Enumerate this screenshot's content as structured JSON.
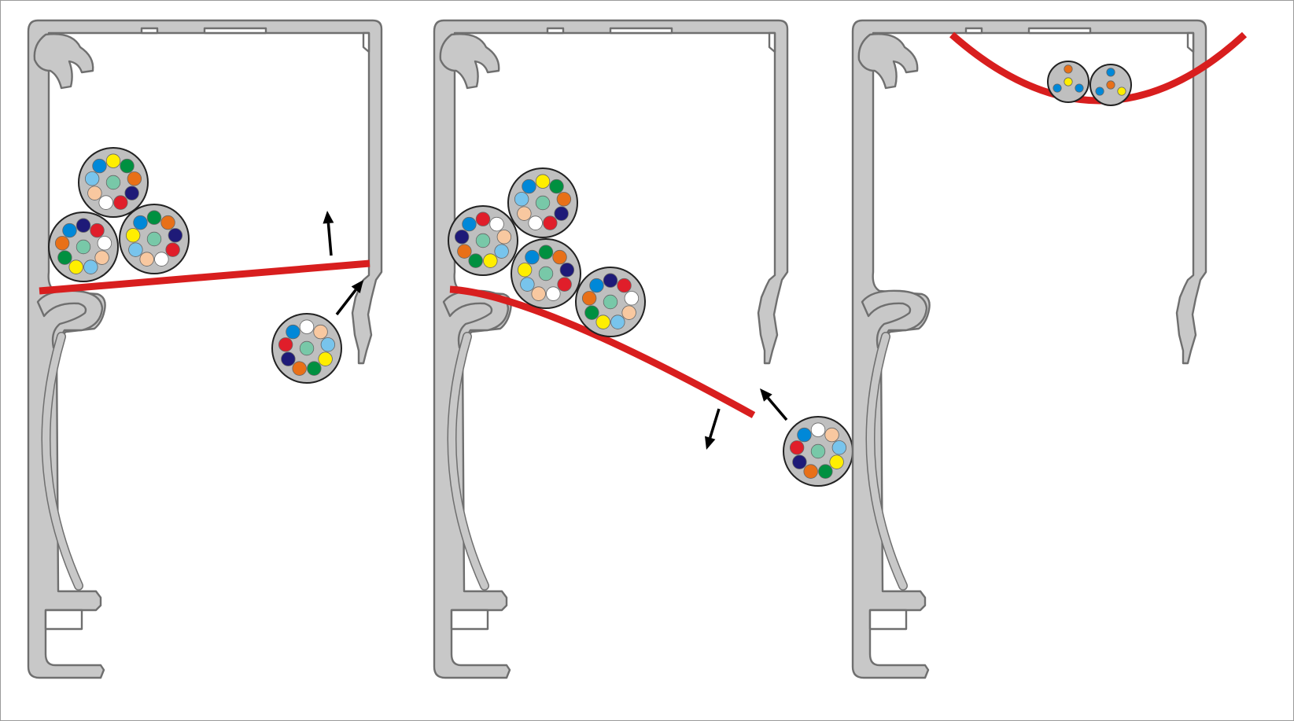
{
  "colors": {
    "profile_fill": "#c8c8c8",
    "profile_outline": "#6f6f6f",
    "divider": "#d81e1e",
    "cable_jacket": "#bfbfbf",
    "arrow": "#000000"
  },
  "wire_colors": {
    "yellow": "#ffee00",
    "green": "#009040",
    "lightblue": "#78c4ec",
    "blue": "#0088d8",
    "orange": "#e87018",
    "peach": "#f8c8a0",
    "white": "#ffffff",
    "mint": "#78c8a8",
    "red": "#e01e2a",
    "navy": "#1e1a78"
  },
  "panels": [
    {
      "name": "panel-1",
      "divider_state": "tilted-up",
      "cables": [
        "cable-a",
        "cable-b",
        "cable-c",
        "cable-d"
      ],
      "arrows": [
        "arrow-insert",
        "arrow-lift"
      ]
    },
    {
      "name": "panel-2",
      "divider_state": "bent-down",
      "cables": [
        "cable-a",
        "cable-b",
        "cable-c",
        "cable-d",
        "cable-e"
      ],
      "arrows": [
        "arrow-insert",
        "arrow-push-down"
      ]
    },
    {
      "name": "panel-3",
      "divider_state": "sagging",
      "cables": [
        "small-cable-a",
        "small-cable-b"
      ],
      "arrows": []
    }
  ]
}
